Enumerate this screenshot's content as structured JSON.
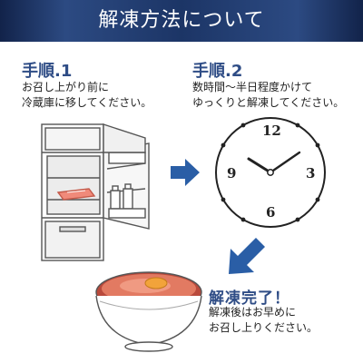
{
  "header": {
    "title": "解凍方法について"
  },
  "step1": {
    "title": "手順.1",
    "line1": "お召し上がり前に",
    "line2": "冷蔵庫に移してください。",
    "icon": "refrigerator-icon"
  },
  "step2": {
    "title": "手順.2",
    "line1": "数時間～半日程度かけて",
    "line2": "ゆっくりと解凍してください。",
    "icon": "clock-icon",
    "clock_numbers": {
      "n12": "12",
      "n3": "3",
      "n6": "6",
      "n9": "9"
    }
  },
  "step3": {
    "title": "解凍完了！",
    "line1": "解凍後はお早めに",
    "line2": "お召し上りください。",
    "icon": "rice-bowl-icon"
  },
  "colors": {
    "banner": "#1c3566",
    "accent": "#2f4d86",
    "arrow": "#2a5ea6",
    "package": "#f08a7a"
  }
}
